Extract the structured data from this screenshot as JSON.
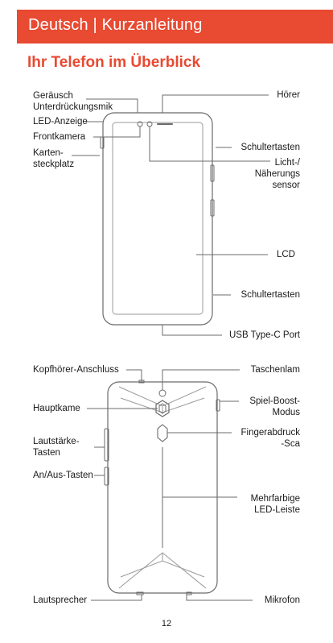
{
  "header": {
    "title": "Deutsch | Kurzanleitung"
  },
  "section_title": "Ihr Telefon im Überblick",
  "front_labels": {
    "noise_mic_line1": "Geräusch",
    "noise_mic_line2": "Unterdrückungsmik",
    "led": "LED-Anzeige",
    "front_camera": "Frontkamera",
    "card_slot_line1": "Karten-",
    "card_slot_line2": "steckplatz",
    "earpiece": "Hörer",
    "shoulder_top": "Schultertasten",
    "light_sensor_line1": "Licht-/",
    "light_sensor_line2": "Näherungs",
    "light_sensor_line3": "sensor",
    "lcd": "LCD",
    "shoulder_bottom": "Schultertasten",
    "usb": "USB Type-C Port"
  },
  "back_labels": {
    "headphone": "Kopfhörer-Anschluss",
    "main_camera": "Hauptkame",
    "volume_line1": "Lautstärke-",
    "volume_line2": "Tasten",
    "power": "An/Aus-Tasten",
    "speaker": "Lautsprecher",
    "flashlight": "Taschenlam",
    "game_boost_line1": "Spiel-Boost-",
    "game_boost_line2": "Modus",
    "fingerprint_line1": "Fingerabdruck",
    "fingerprint_line2": "-Sca",
    "rgb_line1": "Mehrfarbige",
    "rgb_line2": "LED-Leiste",
    "microphone": "Mikrofon"
  },
  "page_number": "12",
  "colors": {
    "accent": "#e84a32",
    "line": "#6b6b6b"
  }
}
